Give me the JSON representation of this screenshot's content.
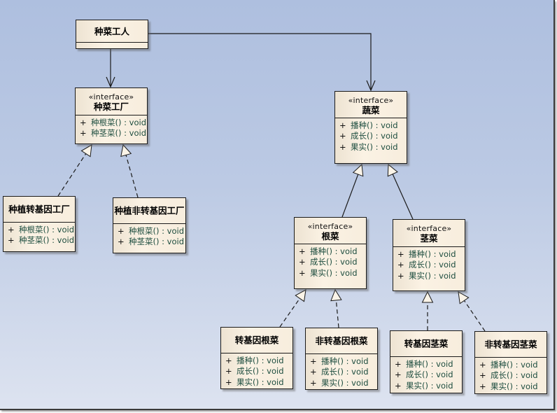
{
  "diagram": {
    "type": "UML class diagram",
    "classes": [
      {
        "id": "worker",
        "name": "种菜工人",
        "stereotype": null,
        "operations": []
      },
      {
        "id": "factory",
        "name": "种菜工厂",
        "stereotype": "«interface»",
        "operations": [
          {
            "visibility": "+",
            "name": "种根菜",
            "signature": "() : void"
          },
          {
            "visibility": "+",
            "name": "种茎菜",
            "signature": "() : void"
          }
        ]
      },
      {
        "id": "vegetable",
        "name": "蔬菜",
        "stereotype": "«interface»",
        "operations": [
          {
            "visibility": "+",
            "name": "播种",
            "signature": "() : void"
          },
          {
            "visibility": "+",
            "name": "成长",
            "signature": "() : void"
          },
          {
            "visibility": "+",
            "name": "果实",
            "signature": "() : void"
          }
        ]
      },
      {
        "id": "gm-factory",
        "name": "种植转基因工厂",
        "stereotype": null,
        "operations": [
          {
            "visibility": "+",
            "name": "种根菜",
            "signature": "() : void"
          },
          {
            "visibility": "+",
            "name": "种茎菜",
            "signature": "() : void"
          }
        ]
      },
      {
        "id": "non-gm-factory",
        "name": "种植非转基因工厂",
        "stereotype": null,
        "operations": [
          {
            "visibility": "+",
            "name": "种根菜",
            "signature": "() : void"
          },
          {
            "visibility": "+",
            "name": "种茎菜",
            "signature": "() : void"
          }
        ]
      },
      {
        "id": "root-veg",
        "name": "根菜",
        "stereotype": "«interface»",
        "operations": [
          {
            "visibility": "+",
            "name": "播种",
            "signature": "() : void"
          },
          {
            "visibility": "+",
            "name": "成长",
            "signature": "() : void"
          },
          {
            "visibility": "+",
            "name": "果实",
            "signature": "() : void"
          }
        ]
      },
      {
        "id": "stem-veg",
        "name": "茎菜",
        "stereotype": "«interface»",
        "operations": [
          {
            "visibility": "+",
            "name": "播种",
            "signature": "() : void"
          },
          {
            "visibility": "+",
            "name": "成长",
            "signature": "() : void"
          },
          {
            "visibility": "+",
            "name": "果实",
            "signature": "() : void"
          }
        ]
      },
      {
        "id": "gm-root",
        "name": "转基因根菜",
        "stereotype": null,
        "operations": [
          {
            "visibility": "+",
            "name": "播种",
            "signature": "() : void"
          },
          {
            "visibility": "+",
            "name": "成长",
            "signature": "() : void"
          },
          {
            "visibility": "+",
            "name": "果实",
            "signature": "() : void"
          }
        ]
      },
      {
        "id": "non-gm-root",
        "name": "非转基因根菜",
        "stereotype": null,
        "operations": [
          {
            "visibility": "+",
            "name": "播种",
            "signature": "() : void"
          },
          {
            "visibility": "+",
            "name": "成长",
            "signature": "() : void"
          },
          {
            "visibility": "+",
            "name": "果实",
            "signature": "() : void"
          }
        ]
      },
      {
        "id": "gm-stem",
        "name": "转基因茎菜",
        "stereotype": null,
        "operations": [
          {
            "visibility": "+",
            "name": "播种",
            "signature": "() : void"
          },
          {
            "visibility": "+",
            "name": "成长",
            "signature": "() : void"
          },
          {
            "visibility": "+",
            "name": "果实",
            "signature": "() : void"
          }
        ]
      },
      {
        "id": "non-gm-stem",
        "name": "非转基因茎菜",
        "stereotype": null,
        "operations": [
          {
            "visibility": "+",
            "name": "播种",
            "signature": "() : void"
          },
          {
            "visibility": "+",
            "name": "成长",
            "signature": "() : void"
          },
          {
            "visibility": "+",
            "name": "果实",
            "signature": "() : void"
          }
        ]
      }
    ],
    "relationships": [
      {
        "from": "worker",
        "to": "factory",
        "kind": "association"
      },
      {
        "from": "worker",
        "to": "vegetable",
        "kind": "association"
      },
      {
        "from": "gm-factory",
        "to": "factory",
        "kind": "realization"
      },
      {
        "from": "non-gm-factory",
        "to": "factory",
        "kind": "realization"
      },
      {
        "from": "root-veg",
        "to": "vegetable",
        "kind": "generalization"
      },
      {
        "from": "stem-veg",
        "to": "vegetable",
        "kind": "generalization"
      },
      {
        "from": "gm-root",
        "to": "root-veg",
        "kind": "realization"
      },
      {
        "from": "non-gm-root",
        "to": "root-veg",
        "kind": "realization"
      },
      {
        "from": "gm-stem",
        "to": "stem-veg",
        "kind": "realization"
      },
      {
        "from": "non-gm-stem",
        "to": "stem-veg",
        "kind": "realization"
      }
    ]
  }
}
